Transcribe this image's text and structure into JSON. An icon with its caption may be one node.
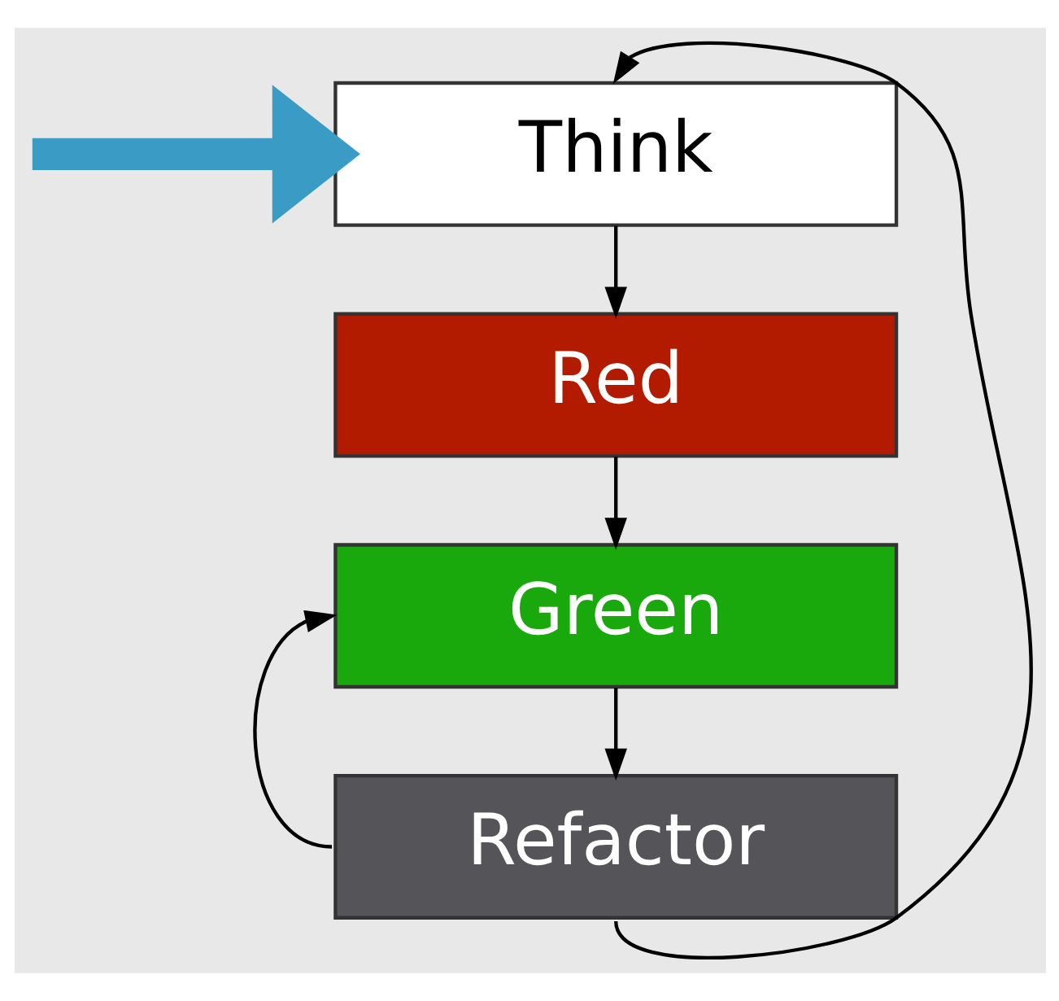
{
  "diagram": {
    "nodes": [
      {
        "text": [
          "Think"
        ]
      },
      {
        "text": [
          "Red"
        ]
      },
      {
        "text": [
          "Green"
        ]
      },
      {
        "text": [
          "Refactor"
        ]
      }
    ],
    "edges": [
      {
        "from": 0,
        "to": 1,
        "arrow": "to"
      },
      {
        "from": 1,
        "to": 2,
        "arrow": "to"
      },
      {
        "from": 2,
        "to": 3,
        "arrow": "to"
      },
      {
        "from": 3,
        "to": 2,
        "arrow": "to"
      },
      {
        "from": 3,
        "to": 0,
        "arrow": "to"
      },
      {
        "from": null,
        "to": 0,
        "arrow": "to",
        "style": "thick",
        "color": "#3a9cc4"
      }
    ]
  }
}
